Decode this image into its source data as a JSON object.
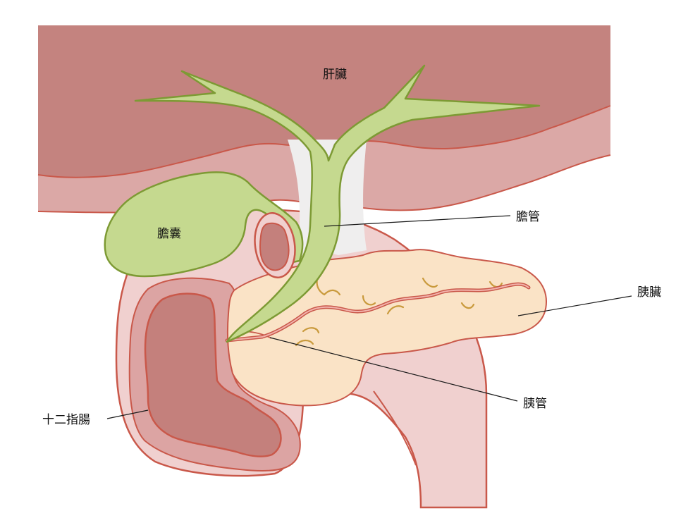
{
  "labels": {
    "liver": "肝臟",
    "gallbladder": "膽囊",
    "bile_duct": "膽管",
    "pancreas": "胰臟",
    "pancreatic_duct": "胰管",
    "duodenum": "十二指腸"
  },
  "colors": {
    "liver": "#c4837f",
    "liver_under": "#dba8a6",
    "organ_outline": "#c9584a",
    "biliary_fill": "#c5d98f",
    "biliary_outline": "#7d9a34",
    "pancreas_fill": "#fae3c6",
    "pancreatic_vessels": "#c99a3c",
    "duodenum_wall": "#f0d0cf",
    "duodenum_inner": "#dca4a3",
    "duodenum_lumen": "#c4807c",
    "connective_tissue": "#efeeee"
  }
}
